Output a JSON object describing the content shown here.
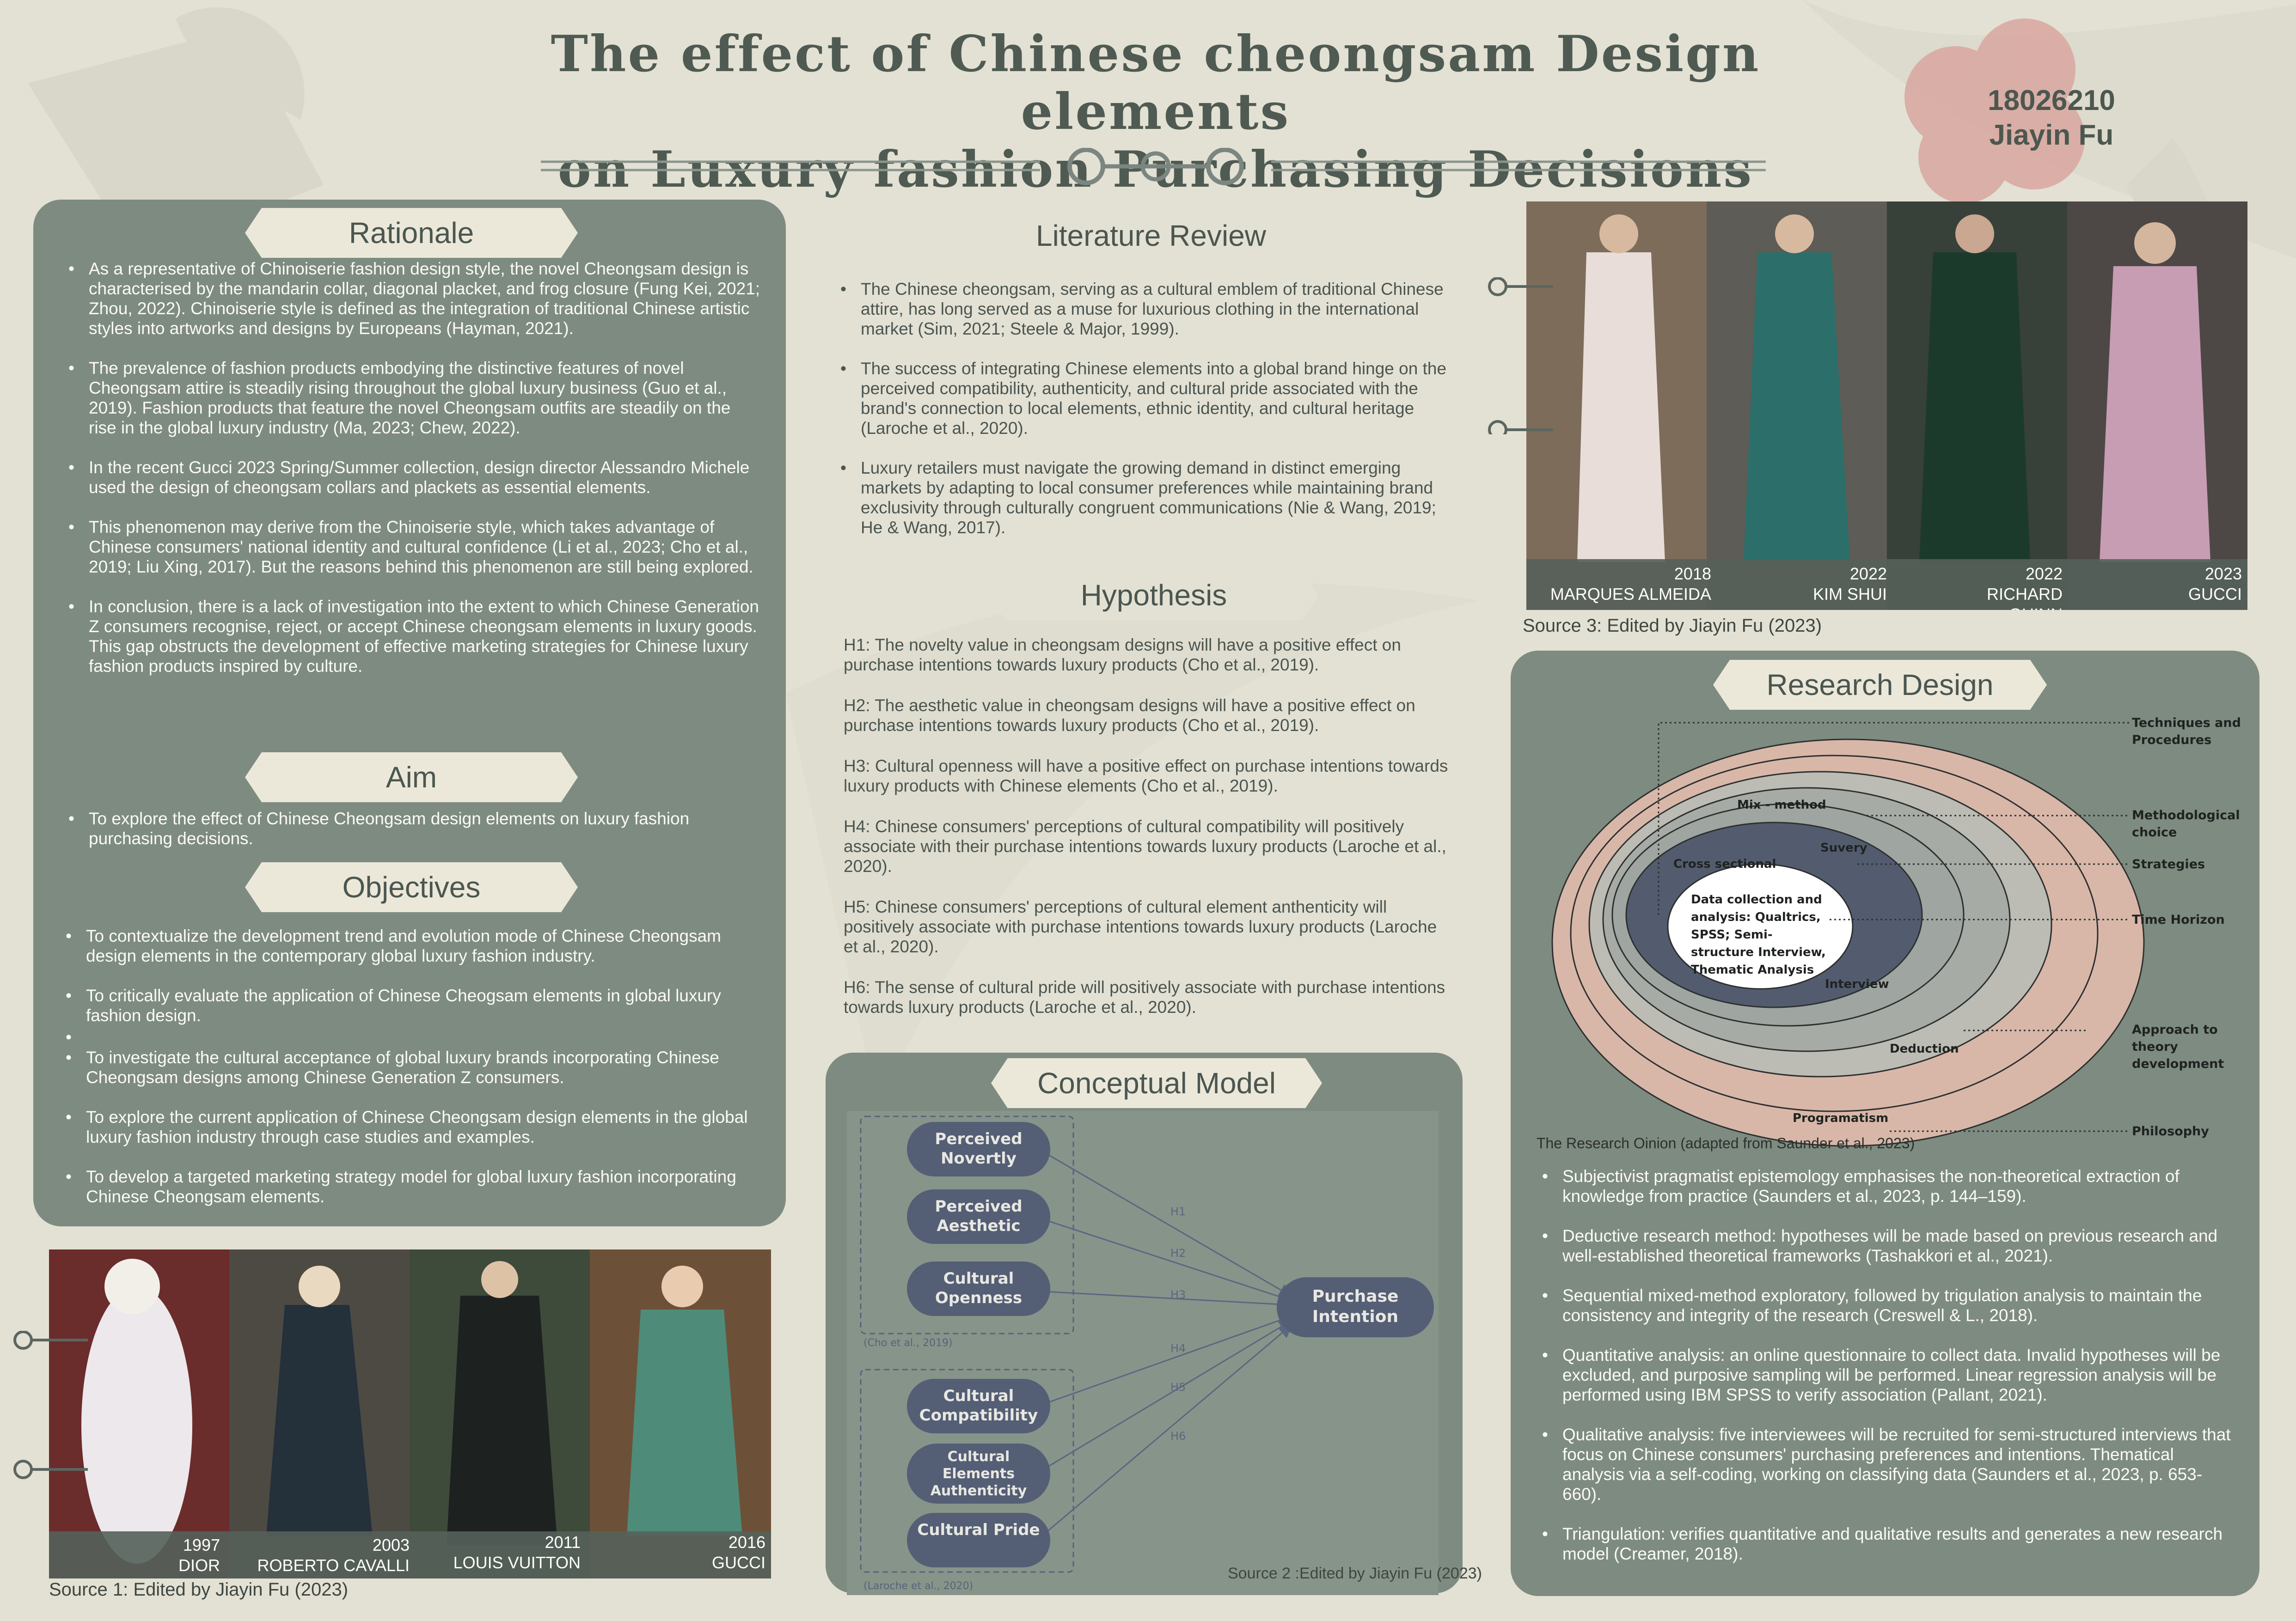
{
  "title": {
    "line1": "The effect of Chinese cheongsam Design elements",
    "line2": "on Luxury fashion Purchasing Decisions"
  },
  "author": {
    "student_id": "18026210",
    "name": "Jiayin Fu"
  },
  "rationale": {
    "heading": "Rationale",
    "bullets": [
      "As a representative of Chinoiserie fashion design style, the novel Cheongsam design is characterised by the mandarin collar, diagonal placket, and frog closure (Fung Kei, 2021; Zhou, 2022). Chinoiserie style is defined as the integration of traditional Chinese artistic styles into artworks and designs by Europeans (Hayman, 2021).",
      "The prevalence of fashion products embodying the distinctive features of novel Cheongsam attire is steadily rising throughout the global luxury business (Guo et al., 2019). Fashion products that feature the novel Cheongsam outfits are steadily on the rise in the global luxury industry (Ma, 2023; Chew, 2022).",
      "In the recent Gucci 2023 Spring/Summer collection, design director Alessandro Michele used the design of cheongsam collars and plackets as essential elements.",
      "This phenomenon may derive from the Chinoiserie style, which takes advantage of Chinese consumers' national identity and cultural confidence (Li et al., 2023; Cho et al., 2019; Liu Xing, 2017). But the reasons behind this phenomenon are still being explored.",
      "In conclusion, there is a lack of investigation into the extent to which Chinese Generation Z consumers recognise, reject, or accept Chinese cheongsam elements in luxury goods. This gap obstructs the development of effective marketing strategies for Chinese luxury fashion products inspired by culture."
    ]
  },
  "aim": {
    "heading": "Aim",
    "bullets": [
      "To explore the effect of Chinese Cheongsam design elements on luxury fashion purchasing decisions."
    ]
  },
  "objectives": {
    "heading": "Objectives",
    "bullets": [
      "To contextualize the development trend and evolution mode of Chinese Cheongsam design elements in the contemporary global luxury fashion industry.",
      "To critically evaluate the application of Chinese Cheogsam elements in global luxury fashion design.",
      "",
      "To investigate the cultural acceptance of global luxury brands incorporating Chinese Cheongsam designs among Chinese Generation Z consumers.",
      "To explore the current application of Chinese Cheongsam design elements in the global luxury fashion industry through case studies and examples.",
      "To develop a targeted marketing strategy model for global luxury fashion incorporating Chinese Cheongsam elements."
    ]
  },
  "source1": {
    "caption": "Source 1: Edited by Jiayin Fu (2023)",
    "labels": [
      {
        "year": "1997",
        "brand": "DIOR"
      },
      {
        "year": "2003",
        "brand": "ROBERTO CAVALLI"
      },
      {
        "year": "2011",
        "brand": "LOUIS VUITTON"
      },
      {
        "year": "2016",
        "brand": "GUCCI"
      }
    ]
  },
  "literature": {
    "heading": "Literature Review",
    "bullets": [
      "The Chinese cheongsam, serving as a cultural emblem of traditional Chinese attire, has long served as a muse for luxurious clothing in the international market (Sim, 2021; Steele & Major, 1999).",
      "The success of integrating Chinese elements into a global brand hinge on the perceived compatibility, authenticity, and cultural pride associated with the brand's connection to local elements, ethnic identity, and cultural heritage (Laroche et al., 2020).",
      "Luxury retailers must navigate the growing demand in distinct emerging markets by adapting to local consumer preferences while maintaining brand exclusivity through culturally congruent communications (Nie & Wang, 2019; He & Wang, 2017)."
    ]
  },
  "hypothesis": {
    "heading": "Hypothesis",
    "items": [
      "H1: The novelty value in cheongsam designs will have a positive effect on purchase intentions towards luxury products (Cho et al., 2019).",
      "H2: The aesthetic value in cheongsam designs will have a positive effect on purchase intentions towards luxury products (Cho et al., 2019).",
      "H3: Cultural openness will have a positive effect on purchase intentions towards luxury products with Chinese elements (Cho et al., 2019).",
      "H4: Chinese consumers' perceptions of cultural compatibility will positively associate with their purchase intentions towards luxury products (Laroche et al., 2020).",
      "H5: Chinese consumers' perceptions of cultural element anthenticity will positively associate with purchase intentions towards luxury products (Laroche et al., 2020).",
      "H6: The sense of cultural pride will positively associate with purchase intentions towards luxury products (Laroche et al., 2020)."
    ]
  },
  "conceptual": {
    "heading": "Conceptual Model",
    "nodes": [
      "Perceived Novertly",
      "Perceived Aesthetic",
      "Cultural Openness",
      "Cultural Compatibility",
      "Cultural Elements Authenticity",
      "Cultural Pride"
    ],
    "target": "Purchase Intention",
    "paths": [
      "H1",
      "H2",
      "H3",
      "H4",
      "H5",
      "H6"
    ],
    "group1_source": "(Cho et al., 2019)",
    "group2_source": "(Laroche et al., 2020)",
    "caption": "Source 2 :Edited by Jiayin Fu (2023)"
  },
  "source3": {
    "caption": "Source 3: Edited by Jiayin Fu (2023)",
    "labels": [
      {
        "year": "2018",
        "brand": "MARQUES ALMEIDA"
      },
      {
        "year": "2022",
        "brand": "KIM SHUI"
      },
      {
        "year": "2022",
        "brand": "RICHARD QUINN"
      },
      {
        "year": "2023",
        "brand": "GUCCI"
      }
    ]
  },
  "research": {
    "heading": "Research Design",
    "onion": {
      "rings": [
        "Programatism",
        "Deduction",
        "Mix - method",
        "Suvery",
        "Cross sectional",
        "Interview"
      ],
      "core": [
        "Data collection and",
        "analysis: Qualtrics,",
        "SPSS;  Semi-",
        "structure Interview,",
        "Thematic Analysis"
      ],
      "side_labels": [
        "Techniques and Procedures",
        "Methodological choice",
        "Strategies",
        "Time Horizon",
        "Approach to theory development",
        "Philosophy"
      ],
      "caption": "The Research Oinion (adapted from Saunder et al., 2023)"
    },
    "bullets": [
      "Subjectivist pragmatist epistemology emphasises the non-theoretical extraction of knowledge from practice (Saunders et al., 2023, p. 144–159).",
      "Deductive research method: hypotheses will be made based on previous research and well-established theoretical frameworks (Tashakkori et al., 2021).",
      "Sequential mixed-method exploratory, followed by trigulation analysis to maintain the consistency and integrity of the research (Creswell & L., 2018).",
      "Quantitative analysis: an online questionnaire to collect data. Invalid hypotheses will be excluded, and purposive sampling will be performed. Linear regression analysis will be performed using IBM SPSS to verify association (Pallant, 2021).",
      "Qualitative analysis: five interviewees will be recruited for semi-structured interviews that focus on Chinese consumers' purchasing preferences and intentions. Thematical analysis via a self-coding, working on classifying data (Saunders et al., 2023, p. 653-660).",
      "Triangulation: verifies quantitative and qualitative results and generates a new research model (Creamer, 2018)."
    ]
  },
  "colors": {
    "background": "#e3e1d4",
    "panel": "#7e8b81",
    "header_tag": "#ebe8da",
    "accent_pink": "#d9a6a0",
    "dark_slate": "#525c6f"
  }
}
